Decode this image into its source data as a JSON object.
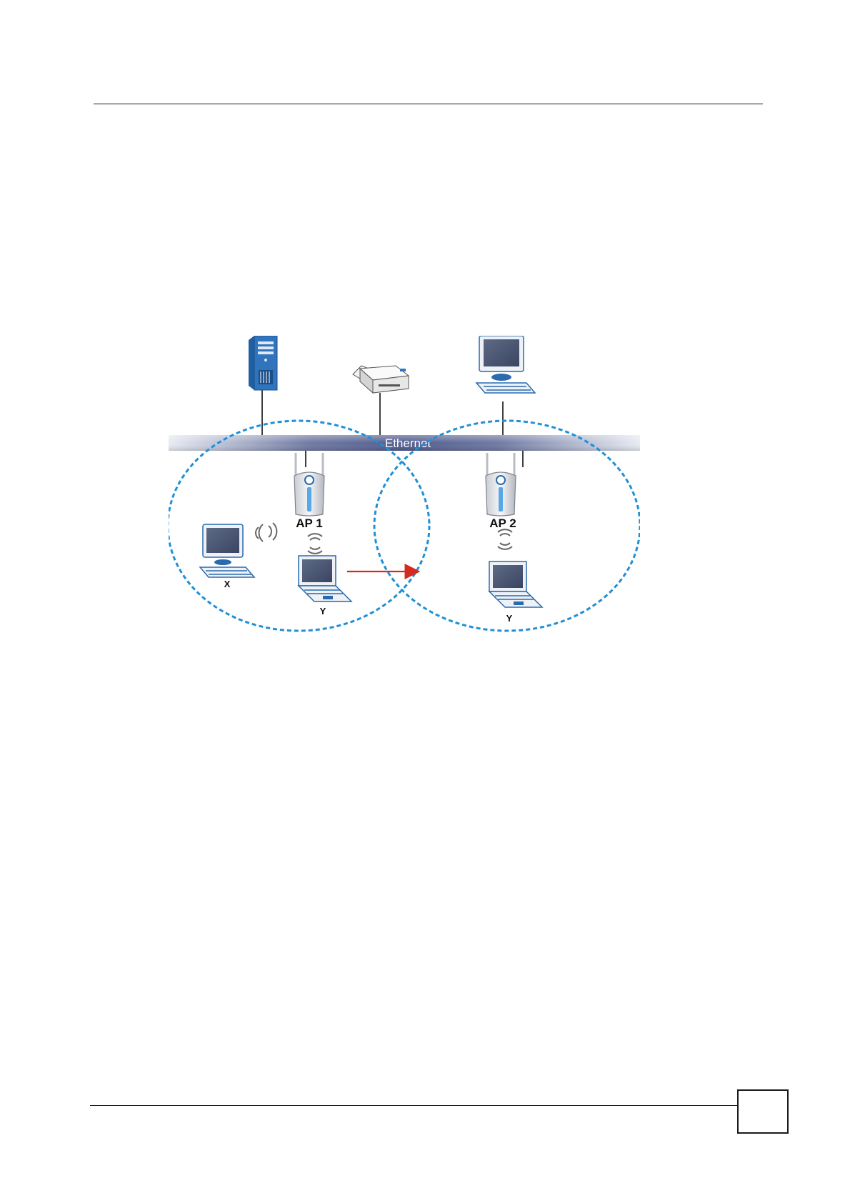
{
  "diagram": {
    "backbone_label": "Ethernet",
    "access_points": [
      {
        "label": "AP 1"
      },
      {
        "label": "AP 2"
      }
    ],
    "stations": [
      {
        "label": "X",
        "type": "desktop",
        "ap": "AP 1"
      },
      {
        "label": "Y",
        "type": "laptop",
        "ap": "AP 1"
      },
      {
        "label": "Y",
        "type": "laptop",
        "ap": "AP 2"
      }
    ],
    "wired_devices": [
      {
        "type": "server",
        "icon": "server-icon"
      },
      {
        "type": "printer",
        "icon": "printer-icon"
      },
      {
        "type": "desktop",
        "icon": "desktop-icon"
      }
    ],
    "roaming_arrow": {
      "from": "AP 1",
      "to": "AP 2",
      "color": "#d42b1e"
    },
    "colors": {
      "coverage_circle": "#1f8fd6",
      "backbone": "#5c6a9c",
      "device_blue": "#2a6aad"
    }
  }
}
